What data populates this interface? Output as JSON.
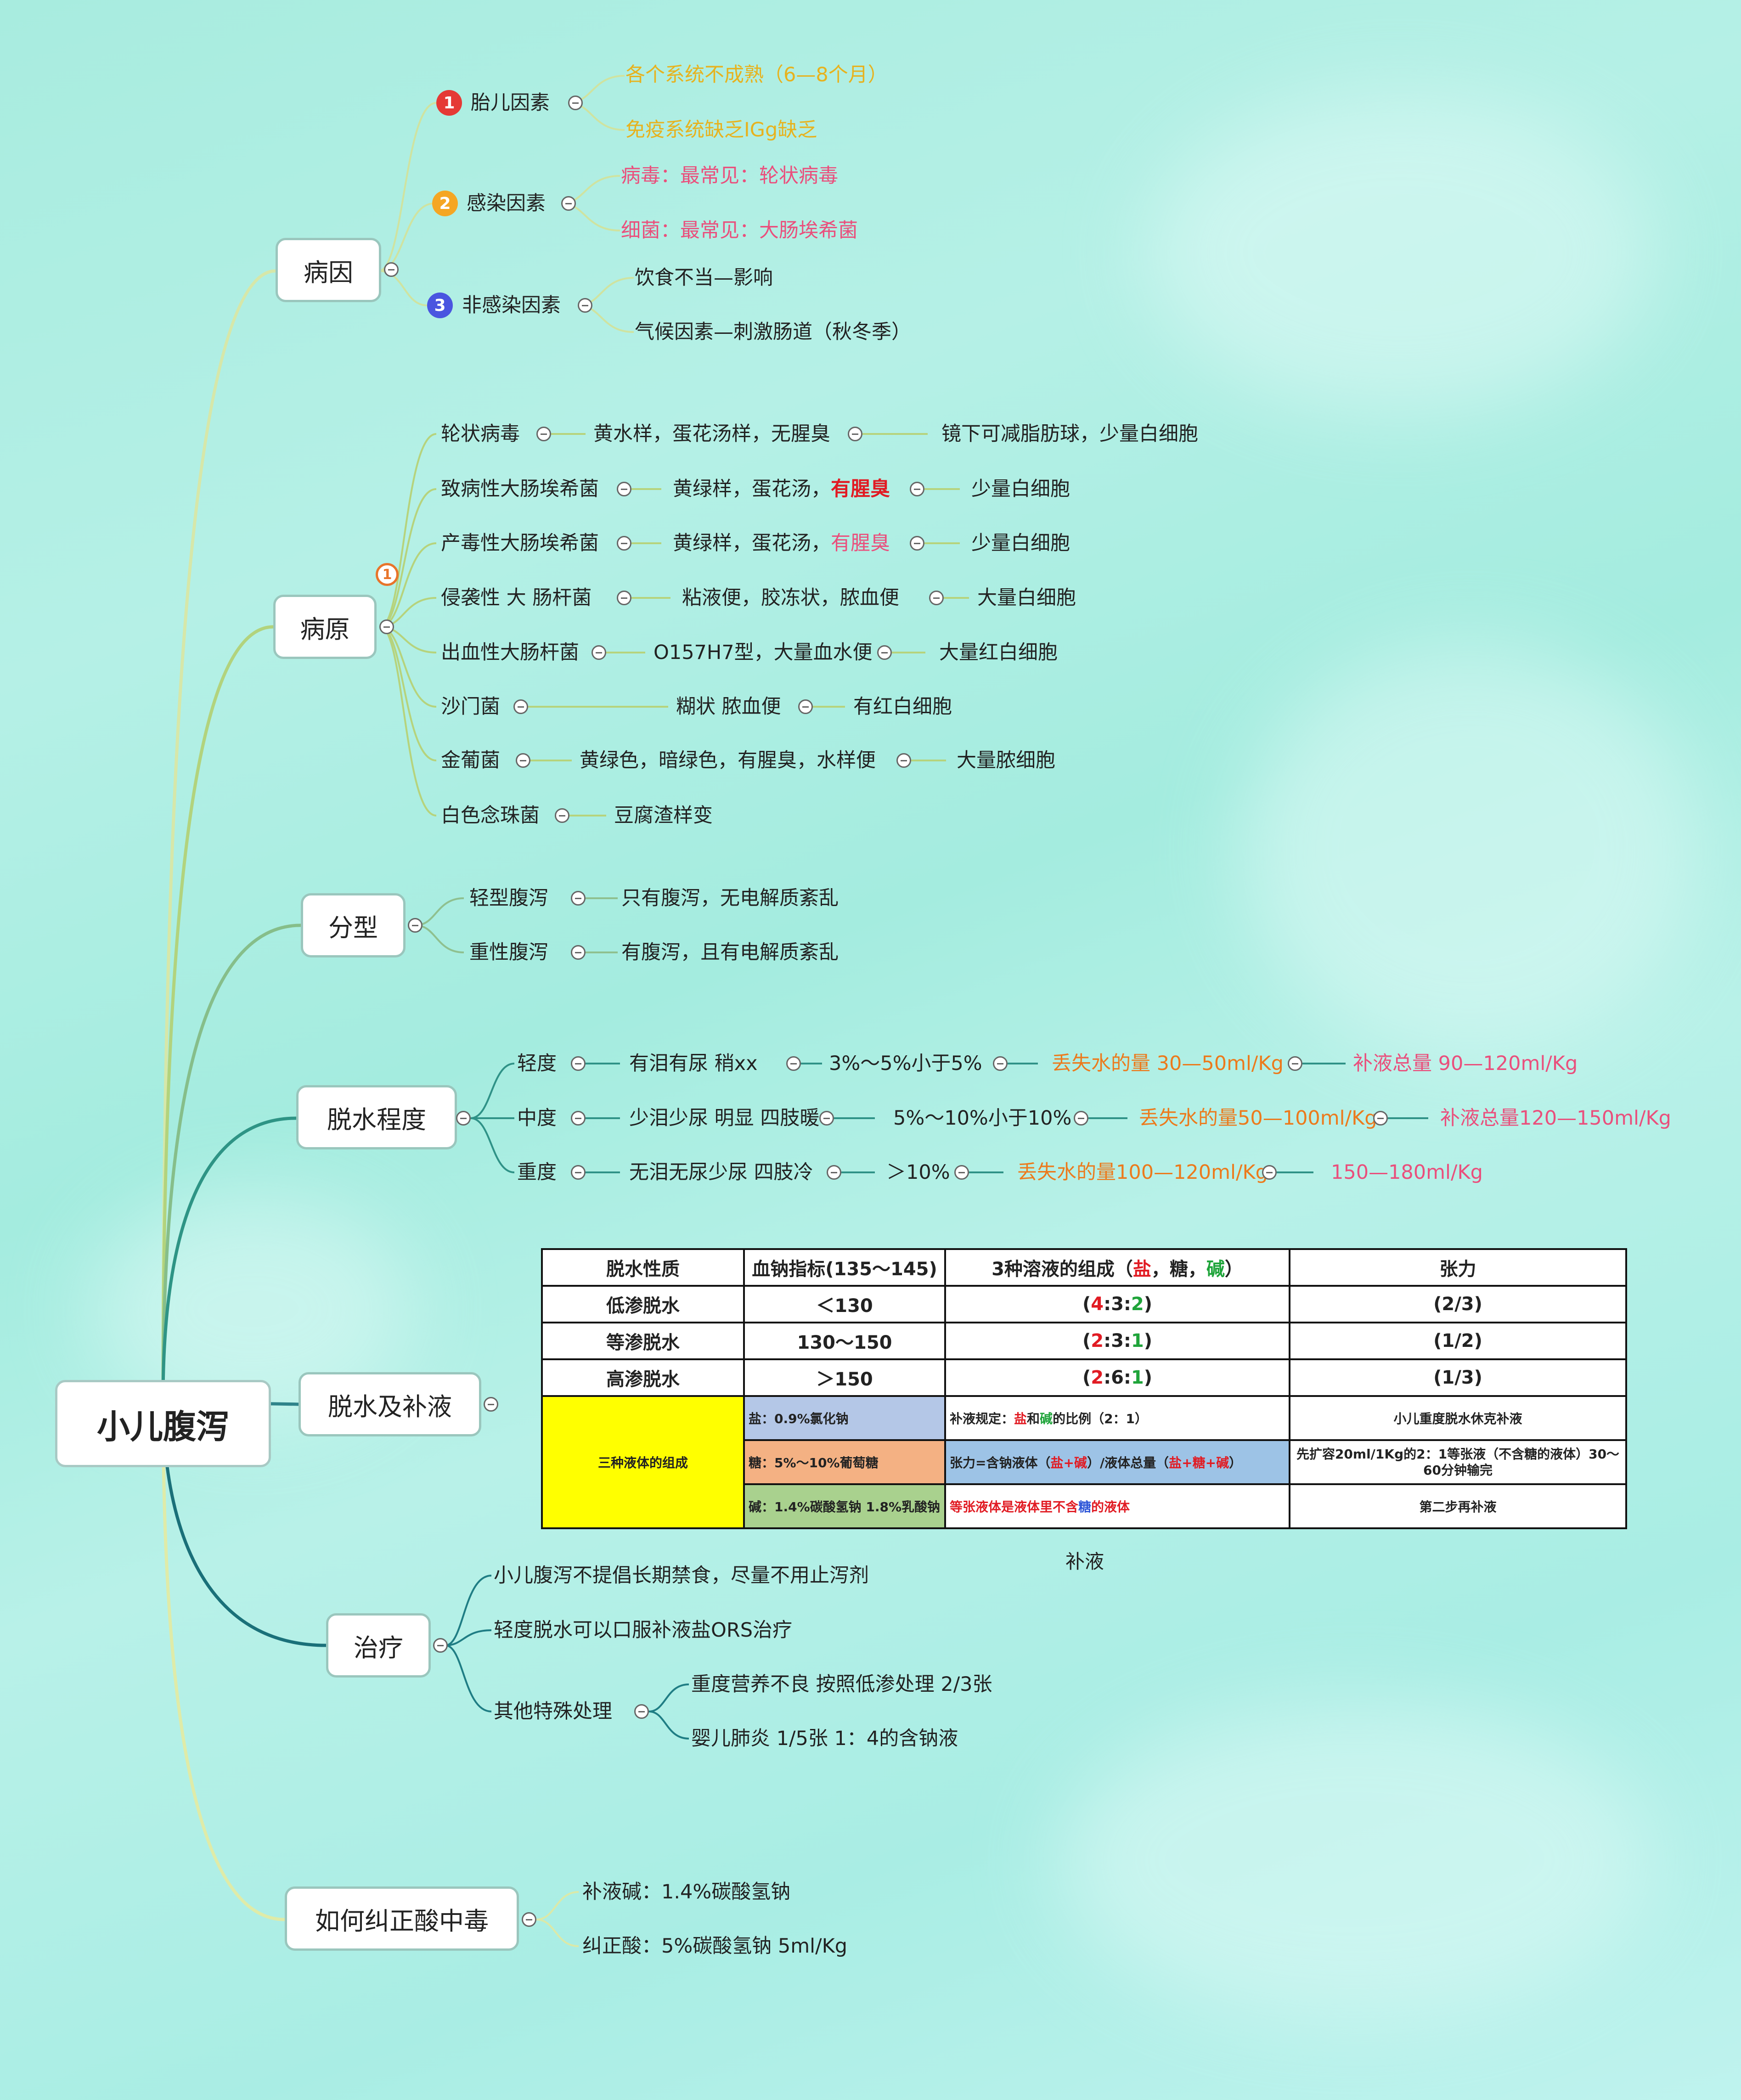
{
  "root": "小儿腹泻",
  "branches": {
    "etiology": {
      "label": "病因",
      "groups": [
        {
          "badge": "1",
          "label": "胎儿因素",
          "items": [
            "各个系统不成熟（6—8个月）",
            "免疫系统缺乏IGg缺乏"
          ]
        },
        {
          "badge": "2",
          "label": "感染因素",
          "items": [
            "病毒：最常见：轮状病毒",
            "细菌：最常见：大肠埃希菌"
          ]
        },
        {
          "badge": "3",
          "label": "非感染因素",
          "items": [
            "饮食不当—影响",
            "气候因素—刺激肠道（秋冬季）"
          ]
        }
      ]
    },
    "pathogen": {
      "label": "病原",
      "badge": "1",
      "rows": [
        {
          "name": "轮状病毒",
          "stool": "黄水样，蛋花汤样，无腥臭",
          "micro": "镜下可减脂肪球，少量白细胞"
        },
        {
          "name": "致病性大肠埃希菌",
          "stool": "黄绿样，蛋花汤，",
          "stool_hl": "有腥臭",
          "micro": "少量白细胞"
        },
        {
          "name": "产毒性大肠埃希菌",
          "stool": "黄绿样，蛋花汤，",
          "stool_hl": "有腥臭",
          "micro": "少量白细胞"
        },
        {
          "name": "侵袭性 大 肠杆菌",
          "stool": "粘液便，胶冻状，脓血便",
          "micro": "大量白细胞"
        },
        {
          "name": "出血性大肠杆菌",
          "stool": "O157H7型，大量血水便",
          "micro": "大量红白细胞"
        },
        {
          "name": "沙门菌",
          "stool": "糊状 脓血便",
          "micro": "有红白细胞"
        },
        {
          "name": "金葡菌",
          "stool": "黄绿色，暗绿色，有腥臭，水样便",
          "micro": "大量脓细胞"
        },
        {
          "name": "白色念珠菌",
          "stool": "豆腐渣样变"
        }
      ]
    },
    "types": {
      "label": "分型",
      "rows": [
        {
          "name": "轻型腹泻",
          "desc": "只有腹泻，无电解质紊乱"
        },
        {
          "name": "重性腹泻",
          "desc": "有腹泻，且有电解质紊乱"
        }
      ]
    },
    "dehydration": {
      "label": "脱水程度",
      "rows": [
        {
          "name": "轻度",
          "sign": "有泪有尿 稍xx",
          "pct": "3%～5%小于5%",
          "loss": "丢失水的量 30—50ml/Kg",
          "total": "补液总量 90—120ml/Kg"
        },
        {
          "name": "中度",
          "sign": "少泪少尿 明显 四肢暖",
          "pct": "5%～10%小于10%",
          "loss": "丢失水的量50—100ml/Kg",
          "total": "补液总量120—150ml/Kg"
        },
        {
          "name": "重度",
          "sign": "无泪无尿少尿 四肢冷",
          "pct": "＞10%",
          "loss": "丢失水的量100—120ml/Kg",
          "total": "150—180ml/Kg"
        }
      ]
    },
    "fluid": {
      "label": "脱水及补液",
      "caption": "补液",
      "table": {
        "headers": [
          "脱水性质",
          "血钠指标(135～145)",
          "3种溶液的组成（盐，糖，碱）",
          "张力"
        ],
        "header_parts": {
          "prefix": "3种溶液的组成（",
          "salt": "盐",
          "sep1": "，",
          "sugar": "糖",
          "sep2": "，",
          "base": "碱",
          "suffix": "）"
        },
        "rows": [
          {
            "type": "低渗脱水",
            "na": "＜130",
            "ratio": [
              "4",
              "3",
              "2"
            ],
            "tension": "(2/3)"
          },
          {
            "type": "等渗脱水",
            "na": "130～150",
            "ratio": [
              "2",
              "3",
              "1"
            ],
            "tension": "(1/2)"
          },
          {
            "type": "高渗脱水",
            "na": "＞150",
            "ratio": [
              "2",
              "6",
              "1"
            ],
            "tension": "(1/3)"
          }
        ],
        "composition_label": "三种液体的组成",
        "salt": "盐：0.9%氯化钠",
        "sugar": "糖：5%～10%葡萄糖",
        "base": "碱：1.4%碳酸氢钠 1.8%乳酸钠",
        "rule_prefix": "补液规定：",
        "rule_salt": "盐",
        "rule_and": "和",
        "rule_base": "碱",
        "rule_suffix": "的比例（2：1）",
        "tension_formula_a": "张力=含钠液体（",
        "tension_formula_b": "盐+碱",
        "tension_formula_c": "）/液体总量（",
        "tension_formula_d": "盐+糖+碱",
        "tension_formula_e": "）",
        "iso_a": "等张液体是液体里不含",
        "iso_b": "糖",
        "iso_c": "的液体",
        "severe_title": "小儿重度脱水休克补液",
        "severe_step1": "先扩容20ml/1Kg的2：1等张液（不含糖的液体）30～60分钟输完",
        "severe_step2": "第二步再补液"
      }
    },
    "treatment": {
      "label": "治疗",
      "items": [
        "小儿腹泻不提倡长期禁食，尽量不用止泻剂",
        "轻度脱水可以口服补液盐ORS治疗"
      ],
      "special": {
        "label": "其他特殊处理",
        "items": [
          "重度营养不良 按照低渗处理 2/3张",
          "婴儿肺炎 1/5张 1：4的含钠液"
        ]
      }
    },
    "acidosis": {
      "label": "如何纠正酸中毒",
      "items": [
        "补液碱：1.4%碳酸氢钠",
        "纠正酸：5%碳酸氢钠 5ml/Kg"
      ]
    }
  },
  "colors": {
    "yellow": "#e7b21e",
    "pink": "#ea4f7c",
    "orange": "#ec7a1c",
    "red": "#e11b23",
    "green": "#1fa43a",
    "blue": "#2f57d8",
    "badge1": "#e53935",
    "badge2": "#f5a623",
    "badge3": "#4a55e0"
  }
}
